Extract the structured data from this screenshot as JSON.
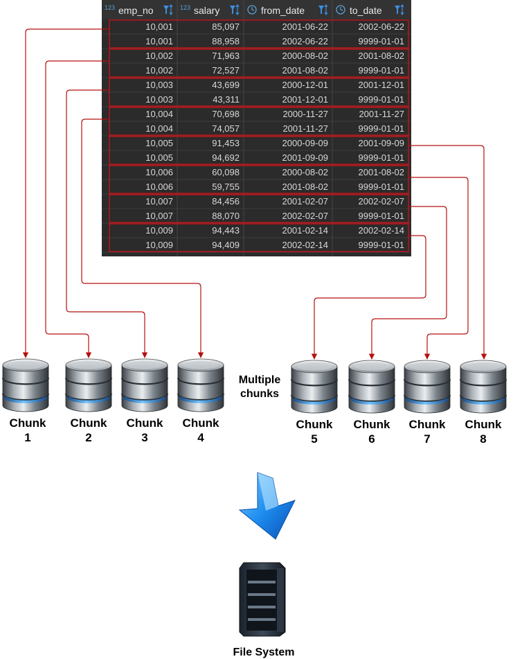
{
  "table": {
    "columns": [
      {
        "type": "123",
        "name": "emp_no",
        "align": "right"
      },
      {
        "type": "123",
        "name": "salary",
        "align": "right"
      },
      {
        "type": "date-icon",
        "name": "from_date",
        "align": "right"
      },
      {
        "type": "date-icon",
        "name": "to_date",
        "align": "right"
      }
    ],
    "rows": [
      [
        "10,001",
        "85,097",
        "2001-06-22",
        "2002-06-22"
      ],
      [
        "10,001",
        "88,958",
        "2002-06-22",
        "9999-01-01"
      ],
      [
        "10,002",
        "71,963",
        "2000-08-02",
        "2001-08-02"
      ],
      [
        "10,002",
        "72,527",
        "2001-08-02",
        "9999-01-01"
      ],
      [
        "10,003",
        "43,699",
        "2000-12-01",
        "2001-12-01"
      ],
      [
        "10,003",
        "43,311",
        "2001-12-01",
        "9999-01-01"
      ],
      [
        "10,004",
        "70,698",
        "2000-11-27",
        "2001-11-27"
      ],
      [
        "10,004",
        "74,057",
        "2001-11-27",
        "9999-01-01"
      ],
      [
        "10,005",
        "91,453",
        "2000-09-09",
        "2001-09-09"
      ],
      [
        "10,005",
        "94,692",
        "2001-09-09",
        "9999-01-01"
      ],
      [
        "10,006",
        "60,098",
        "2000-08-02",
        "2001-08-02"
      ],
      [
        "10,006",
        "59,755",
        "2001-08-02",
        "9999-01-01"
      ],
      [
        "10,007",
        "84,456",
        "2001-02-07",
        "2002-02-07"
      ],
      [
        "10,007",
        "88,070",
        "2002-02-07",
        "9999-01-01"
      ],
      [
        "10,009",
        "94,443",
        "2001-02-14",
        "2002-02-14"
      ],
      [
        "10,009",
        "94,409",
        "2002-02-14",
        "9999-01-01"
      ]
    ],
    "filter_icon": "filter-sort-icon",
    "colors": {
      "background": "#2b2b2b",
      "header": "#333333",
      "grid": "#444444",
      "text": "#d8d8d8",
      "group_border": "#c4141a"
    }
  },
  "chunks": [
    {
      "label_line1": "Chunk",
      "label_line2": "1"
    },
    {
      "label_line1": "Chunk",
      "label_line2": "2"
    },
    {
      "label_line1": "Chunk",
      "label_line2": "3"
    },
    {
      "label_line1": "Chunk",
      "label_line2": "4"
    },
    {
      "label_line1": "Chunk",
      "label_line2": "5"
    },
    {
      "label_line1": "Chunk",
      "label_line2": "6"
    },
    {
      "label_line1": "Chunk",
      "label_line2": "7"
    },
    {
      "label_line1": "Chunk",
      "label_line2": "8"
    }
  ],
  "chunk_icon": "database-icon",
  "multiple_chunks_label": {
    "line1": "Multiple",
    "line2": "chunks"
  },
  "arrow_icon": "down-arrow-icon",
  "file_system": {
    "label": "File System",
    "icon": "server-rack-icon"
  },
  "connector_color": "#b3110e"
}
